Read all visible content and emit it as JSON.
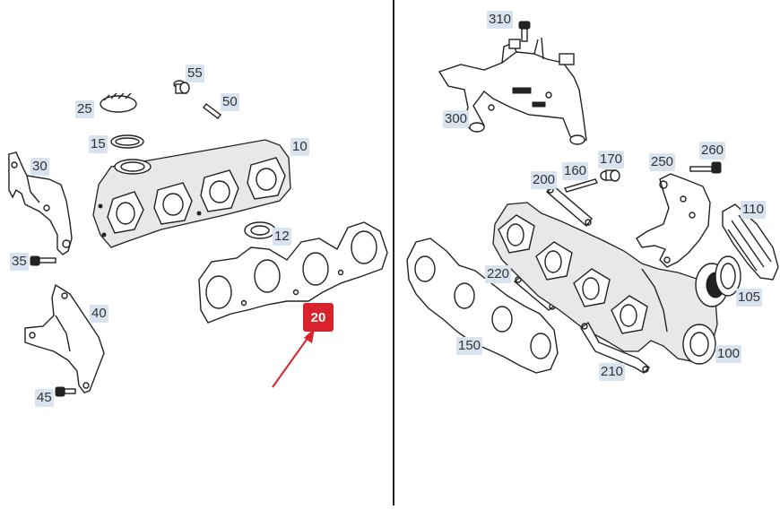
{
  "highlight": {
    "label": "20",
    "color": "#d8232a"
  },
  "labels_left": [
    "55",
    "25",
    "50",
    "15",
    "10",
    "30",
    "12",
    "35",
    "40",
    "45"
  ],
  "labels_right": [
    "310",
    "300",
    "160",
    "170",
    "250",
    "260",
    "200",
    "110",
    "220",
    "105",
    "150",
    "100",
    "210"
  ]
}
